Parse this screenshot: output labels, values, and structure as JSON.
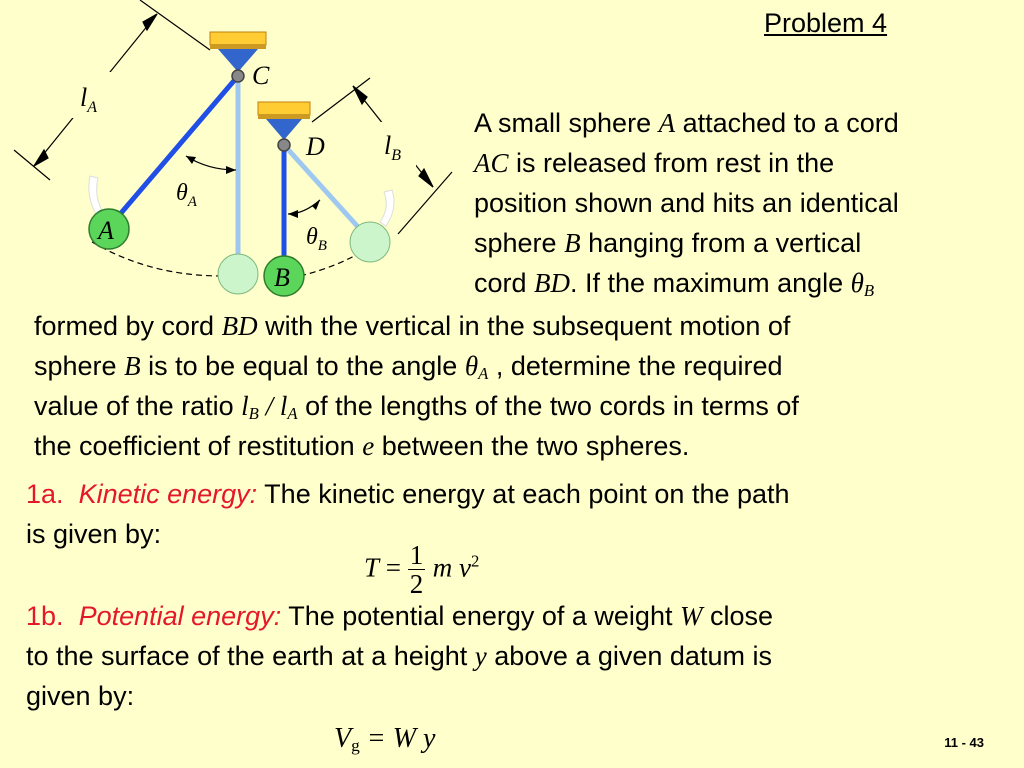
{
  "title": "Problem  4",
  "diagram": {
    "label_C": "C",
    "label_D": "D",
    "label_A": "A",
    "label_B": "B",
    "l": "l",
    "sub_A": "A",
    "sub_B": "B",
    "theta": "θ",
    "colors": {
      "background": "#FFFFCC",
      "cord_active": "#1F4FE6",
      "cord_light": "#9FC8F0",
      "sphere": "#5BD65B",
      "sphere_light": "#CCF5CC",
      "support_top": "#FFCC33",
      "support_wedge": "#3366CC"
    }
  },
  "problem": {
    "r1_a": "A small sphere ",
    "r1_A": "A",
    "r1_b": " attached to a cord",
    "r2_AC": "AC",
    "r2_b": " is released from rest in the",
    "r3": "position shown and hits an identical",
    "r4_a": "sphere ",
    "r4_B": "B",
    "r4_b": " hanging from a vertical",
    "r5_a": "cord ",
    "r5_BD": "BD",
    "r5_b": ".  If the maximum angle ",
    "r5_theta": "θ",
    "r5_sub": "B",
    "r6_a": "formed by cord ",
    "r6_BD": "BD",
    "r6_b": " with the vertical in the subsequent motion of",
    "r7_a": "sphere ",
    "r7_B": "B",
    "r7_b": " is to be equal to the angle ",
    "r7_theta": "θ",
    "r7_sub": "A",
    "r7_c": " , determine the required",
    "r8_a": "value of the ratio ",
    "r8_l1": "l",
    "r8_s1": "B",
    "r8_slash": " / ",
    "r8_l2": "l",
    "r8_s2": "A",
    "r8_b": "  of the lengths of the two cords in terms of",
    "r9_a": "the coefficient of restitution ",
    "r9_e": "e",
    "r9_b": " between the two spheres."
  },
  "section_1a": {
    "number": "1a.",
    "heading": "Kinetic energy:",
    "text1": "  The kinetic energy at each point on the path",
    "text2": "is given by:",
    "eq_T": "T",
    "eq_equals": " = ",
    "eq_num": "1",
    "eq_den": "2",
    "eq_m": "m v",
    "eq_exp": "2"
  },
  "section_1b": {
    "number": "1b.",
    "heading": "Potential energy:",
    "text1_a": "  The potential energy of a weight ",
    "text1_W": "W",
    "text1_b": " close",
    "text2_a": "to the surface of the earth at a height ",
    "text2_y": "y",
    "text2_b": " above a given datum is",
    "text3": "given by:",
    "eq_V": "V",
    "eq_sub": "g",
    "eq_rest": " = W y"
  },
  "slide_number": "11 - 43"
}
